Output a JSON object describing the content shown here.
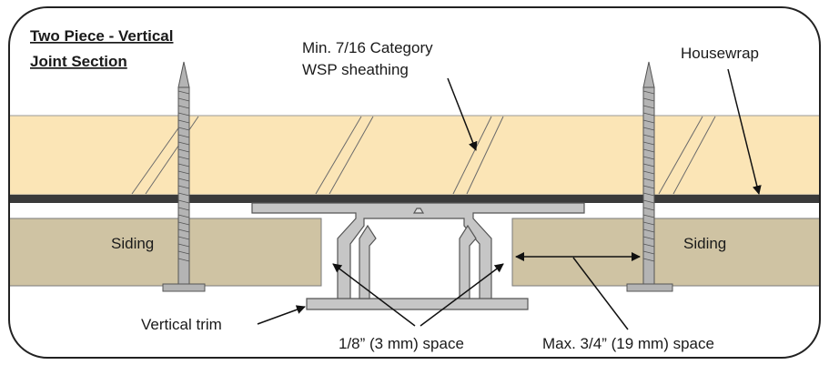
{
  "title": {
    "line1": "Two Piece - Vertical",
    "line2": "Joint Section"
  },
  "labels": {
    "sheathing_line1": "Min. 7/16 Category",
    "sheathing_line2": "WSP sheathing",
    "housewrap": "Housewrap",
    "siding_left": "Siding",
    "siding_right": "Siding",
    "vertical_trim": "Vertical trim",
    "gap_small": "1/8” (3 mm) space",
    "gap_max": "Max. 3/4” (19 mm) space"
  },
  "colors": {
    "sheathing": "#fbe5b6",
    "siding": "#cfc3a3",
    "housewrap": "#3a3a3a",
    "trim": "#c6c6c6",
    "nail": "#b4b4b4",
    "outline": "#555555"
  }
}
